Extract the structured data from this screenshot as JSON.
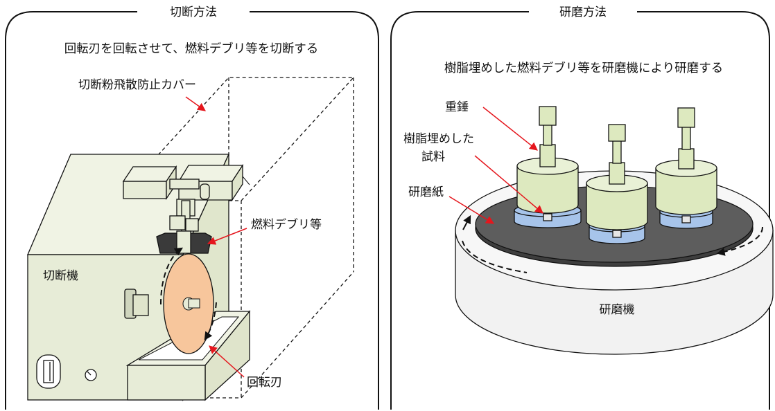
{
  "left_panel": {
    "title": "切断方法",
    "description": "回転刃を回転させて、燃料デブリ等を切断する",
    "labels": {
      "cover": "切断粉飛散防止カバー",
      "debris": "燃料デブリ等",
      "machine": "切断機",
      "blade": "回転刃"
    }
  },
  "right_panel": {
    "title": "研磨方法",
    "description": "樹脂埋めした燃料デブリ等を研磨機により研磨する",
    "labels": {
      "weight": "重錘",
      "sample_line1": "樹脂埋めした",
      "sample_line2": "試料",
      "paper": "研磨紙",
      "machine": "研磨機"
    }
  },
  "colors": {
    "machine_body": "#e7ecd7",
    "blade": "#f7c69c",
    "weight": "#dde9bf",
    "sample": "#a7c4ea",
    "polishing_paper": "#5d5d5d",
    "pointer": "#e5161d"
  }
}
